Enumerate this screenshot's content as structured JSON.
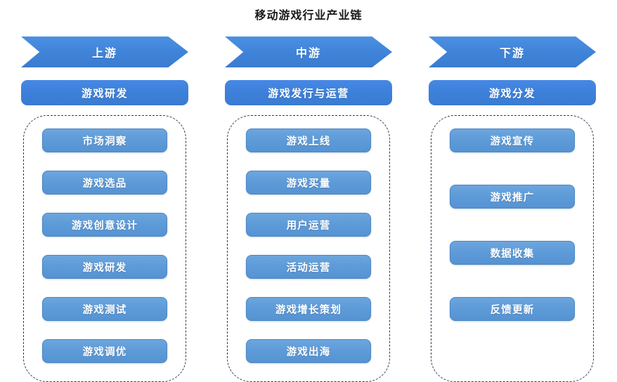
{
  "title": "移动游戏行业产业链",
  "columns": [
    {
      "arrow_label": "上游",
      "stage_label": "游戏研发",
      "spacing": "dense",
      "items": [
        "市场洞察",
        "游戏选品",
        "游戏创意设计",
        "游戏研发",
        "游戏测试",
        "游戏调优"
      ]
    },
    {
      "arrow_label": "中游",
      "stage_label": "游戏发行与运营",
      "spacing": "dense",
      "items": [
        "游戏上线",
        "游戏买量",
        "用户运营",
        "活动运营",
        "游戏增长策划",
        "游戏出海"
      ]
    },
    {
      "arrow_label": "下游",
      "stage_label": "游戏分发",
      "spacing": "sparse",
      "items": [
        "游戏宣传",
        "游戏推广",
        "数据收集",
        "反馈更新"
      ]
    }
  ],
  "colors": {
    "arrow_blue": "#3f83d8",
    "stage_blue": "#3d80da",
    "item_blue": "#5e9bd8",
    "dashed_border": "#2f3b52",
    "background": "#ffffff",
    "title_text": "#1a1a1a"
  }
}
